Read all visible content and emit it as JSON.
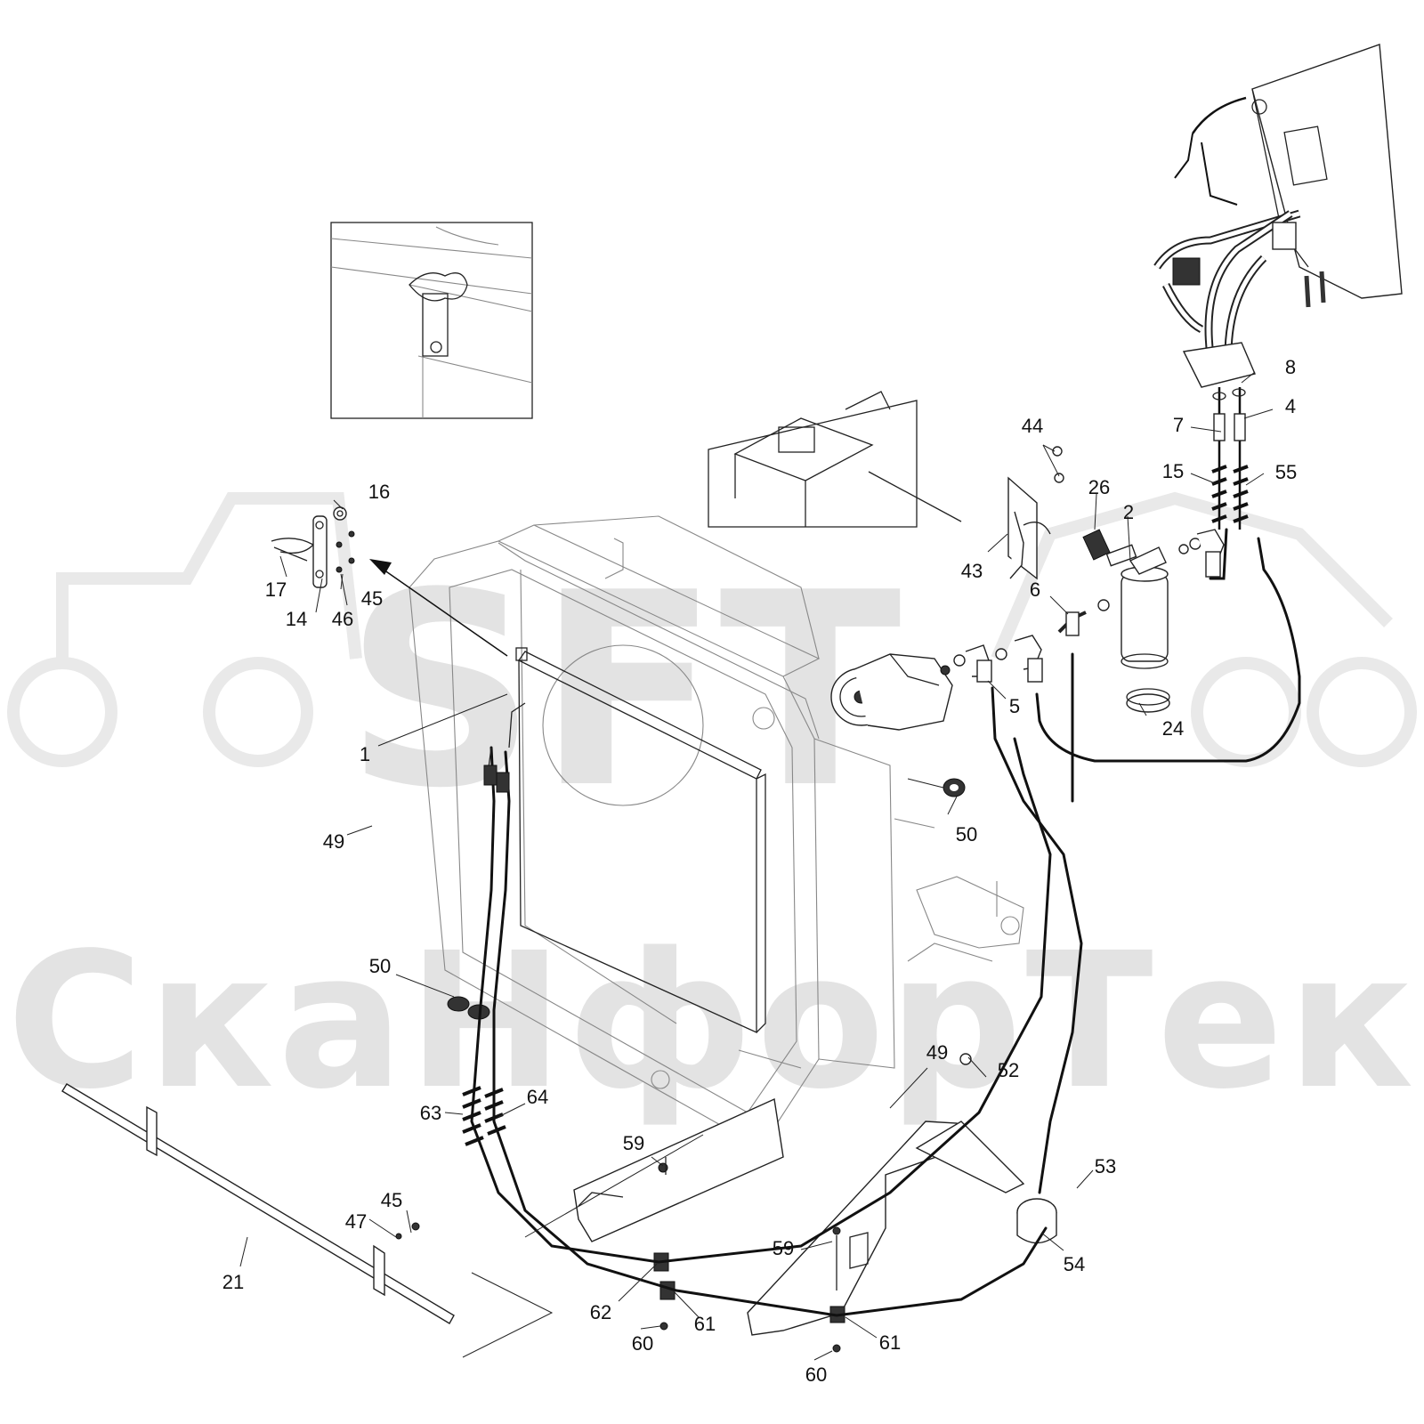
{
  "watermark": {
    "brand_text": "SFT",
    "company_text": "СкаНфорТек",
    "color": "#e6e6e6"
  },
  "callouts": [
    {
      "id": "c1",
      "text": "1"
    },
    {
      "id": "c2",
      "text": "2"
    },
    {
      "id": "c4",
      "text": "4"
    },
    {
      "id": "c5",
      "text": "5"
    },
    {
      "id": "c6",
      "text": "6"
    },
    {
      "id": "c7",
      "text": "7"
    },
    {
      "id": "c8",
      "text": "8"
    },
    {
      "id": "c14",
      "text": "14"
    },
    {
      "id": "c15",
      "text": "15"
    },
    {
      "id": "c16",
      "text": "16"
    },
    {
      "id": "c17",
      "text": "17"
    },
    {
      "id": "c21",
      "text": "21"
    },
    {
      "id": "c24",
      "text": "24"
    },
    {
      "id": "c26",
      "text": "26"
    },
    {
      "id": "c43",
      "text": "43"
    },
    {
      "id": "c44",
      "text": "44"
    },
    {
      "id": "c45a",
      "text": "45"
    },
    {
      "id": "c45b",
      "text": "45"
    },
    {
      "id": "c46",
      "text": "46"
    },
    {
      "id": "c47",
      "text": "47"
    },
    {
      "id": "c49a",
      "text": "49"
    },
    {
      "id": "c49b",
      "text": "49"
    },
    {
      "id": "c50a",
      "text": "50"
    },
    {
      "id": "c50b",
      "text": "50"
    },
    {
      "id": "c52",
      "text": "52"
    },
    {
      "id": "c53",
      "text": "53"
    },
    {
      "id": "c54",
      "text": "54"
    },
    {
      "id": "c55",
      "text": "55"
    },
    {
      "id": "c59a",
      "text": "59"
    },
    {
      "id": "c59b",
      "text": "59"
    },
    {
      "id": "c60a",
      "text": "60"
    },
    {
      "id": "c60b",
      "text": "60"
    },
    {
      "id": "c61a",
      "text": "61"
    },
    {
      "id": "c61b",
      "text": "61"
    },
    {
      "id": "c62",
      "text": "62"
    },
    {
      "id": "c63",
      "text": "63"
    },
    {
      "id": "c64",
      "text": "64"
    }
  ]
}
